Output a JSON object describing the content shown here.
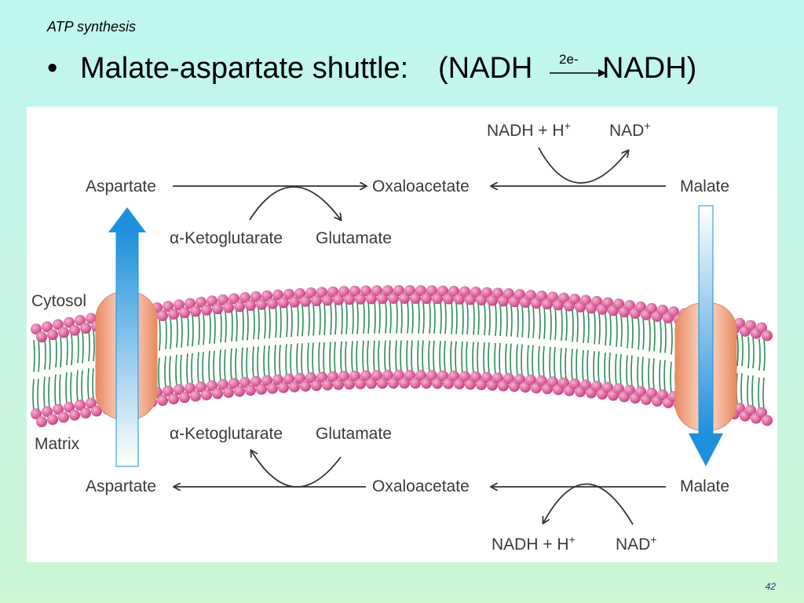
{
  "slide": {
    "header": "ATP synthesis",
    "bullet": "•",
    "bullet_text": "Malate-aspartate shuttle:",
    "paren_open": "(NADH",
    "arrow_label": "2e-",
    "paren_close": "NADH)",
    "page_number": "42"
  },
  "diagram": {
    "compartments": {
      "top": "Cytosol",
      "bottom": "Matrix"
    },
    "cytosol": {
      "aspartate": "Aspartate",
      "oxaloacetate": "Oxaloacetate",
      "malate": "Malate",
      "nadh": "NADH + H",
      "nadh_sup": "+",
      "nad": "NAD",
      "nad_sup": "+",
      "alpha": "α",
      "ketoglutarate": "-Ketoglutarate",
      "glutamate": "Glutamate"
    },
    "matrix": {
      "aspartate": "Aspartate",
      "oxaloacetate": "Oxaloacetate",
      "malate": "Malate",
      "nadh": "NADH + H",
      "nadh_sup": "+",
      "nad": "NAD",
      "nad_sup": "+",
      "alpha": "α",
      "ketoglutarate": "-Ketoglutarate",
      "glutamate": "Glutamate"
    },
    "colors": {
      "lipid_head": "#d9488e",
      "lipid_tail": "#2e8b57",
      "transporter": "#f0a27c",
      "transport_arrow": "#2196e0"
    }
  }
}
